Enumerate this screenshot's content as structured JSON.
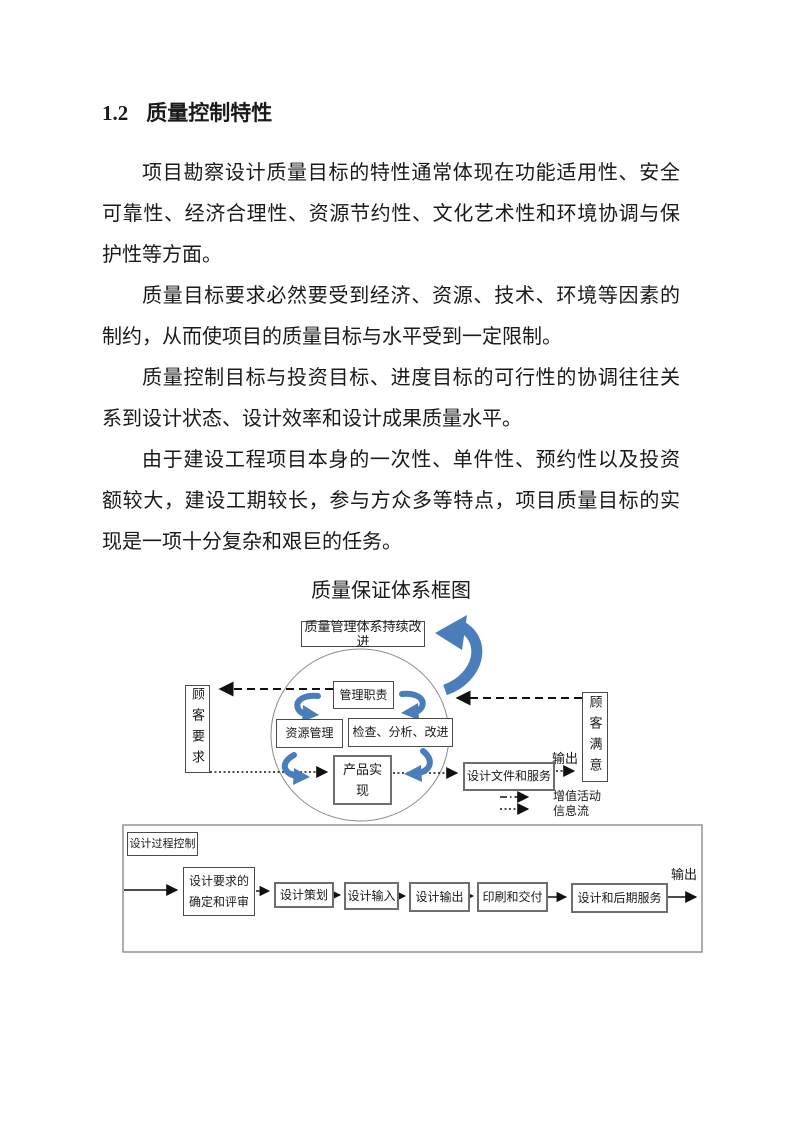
{
  "document": {
    "heading": {
      "number": "1.2",
      "text": "质量控制特性"
    },
    "paragraphs": [
      "项目勘察设计质量目标的特性通常体现在功能适用性、安全可靠性、经济合理性、资源节约性、文化艺术性和环境协调与保护性等方面。",
      "质量目标要求必然要受到经济、资源、技术、环境等因素的制约，从而使项目的质量目标与水平受到一定限制。",
      "质量控制目标与投资目标、进度目标的可行性的协调往往关系到设计状态、设计效率和设计成果质量水平。",
      "由于建设工程项目本身的一次性、单件性、预约性以及投资额较大，建设工期较长，参与方众多等特点，项目质量目标的实现是一项十分复杂和艰巨的任务。"
    ],
    "figure_title": "质量保证体系框图"
  },
  "figure": {
    "top_box": "质量管理体系持续改进",
    "management_responsibility": "管理职责",
    "resource_management": "资源管理",
    "check_analyze_improve": "检查、分析、改进",
    "product_realization": "产品实现",
    "customer_requirements": "顾客要求",
    "customer_satisfaction": "顾客满意",
    "design_docs_services": "设计文件和服务",
    "output_label": "输出",
    "legend": {
      "value_add": "增值活动",
      "info_flow": "信息流"
    }
  },
  "process": {
    "label": "设计过程控制",
    "steps": [
      "设计要求的确定和评审",
      "设计策划",
      "设计输入",
      "设计输出",
      "印刷和交付",
      "设计和后期服务"
    ],
    "output_label": "输出"
  },
  "colors": {
    "arrow_blue": "#4a7ebb",
    "text": "#1a1a1a",
    "box_border": "#4a4a4a"
  }
}
